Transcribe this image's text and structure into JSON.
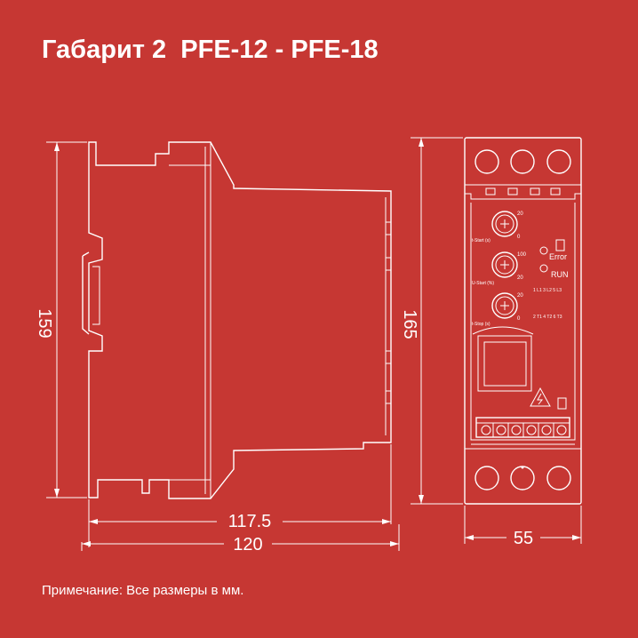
{
  "title": "Габарит 2  PFE-12 - PFE-18",
  "note": "Примечание: Все размеры в мм.",
  "dimensions": {
    "height_side": "159",
    "height_front": "165",
    "depth_inner": "117.5",
    "depth_outer": "120",
    "width_front": "55"
  },
  "front_panel": {
    "t_start_label": "t-Start (s)",
    "u_start_label": "U-Start (%)",
    "t_stop_label": "t-Stop (s)",
    "knob1_max": "20",
    "knob1_min": "0",
    "knob2_max": "100",
    "knob2_min": "20",
    "knob3_max": "20",
    "knob3_min": "0",
    "error_label": "Error",
    "run_label": "RUN",
    "terminals_top": "1 L1 3 L2 5 L3",
    "terminals_bottom": "2 T1 4 T2 6 T3"
  },
  "colors": {
    "background": "#c63733",
    "line": "#ffffff"
  }
}
